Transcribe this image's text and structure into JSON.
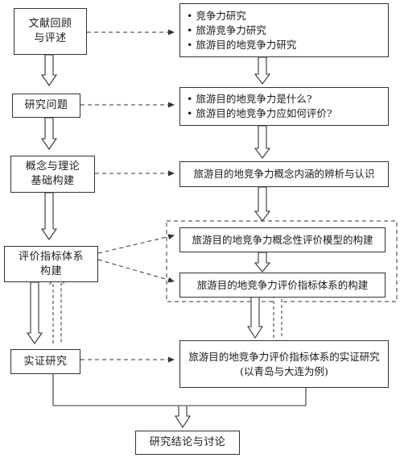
{
  "left_column": {
    "literature_review": {
      "line1": "文献回顾",
      "line2": "与评述"
    },
    "research_question": {
      "label": "研究问题"
    },
    "concept_theory": {
      "line1": "概念与理论",
      "line2": "基础构建"
    },
    "indicator_system": {
      "line1": "评价指标体系",
      "line2": "构建"
    },
    "empirical_study": {
      "label": "实证研究"
    }
  },
  "right_column": {
    "literature_items": [
      "竞争力研究",
      "旅游竞争力研究",
      "旅游目的地竞争力研究"
    ],
    "question_items": [
      "旅游目的地竞争力是什么?",
      "旅游目的地竞争力应如何评价?"
    ],
    "concept_item": "旅游目的地竞争力概念内涵的辨析与认识",
    "model_item": "旅游目的地竞争力概念性评价模型的构建",
    "indicator_item": "旅游目的地竞争力评价指标体系的构建",
    "empirical_item": {
      "line1": "旅游目的地竞争力评价指标体系的实证研究",
      "line2": "(以青岛与大连为例)"
    }
  },
  "conclusion": {
    "label": "研究结论与讨论"
  }
}
